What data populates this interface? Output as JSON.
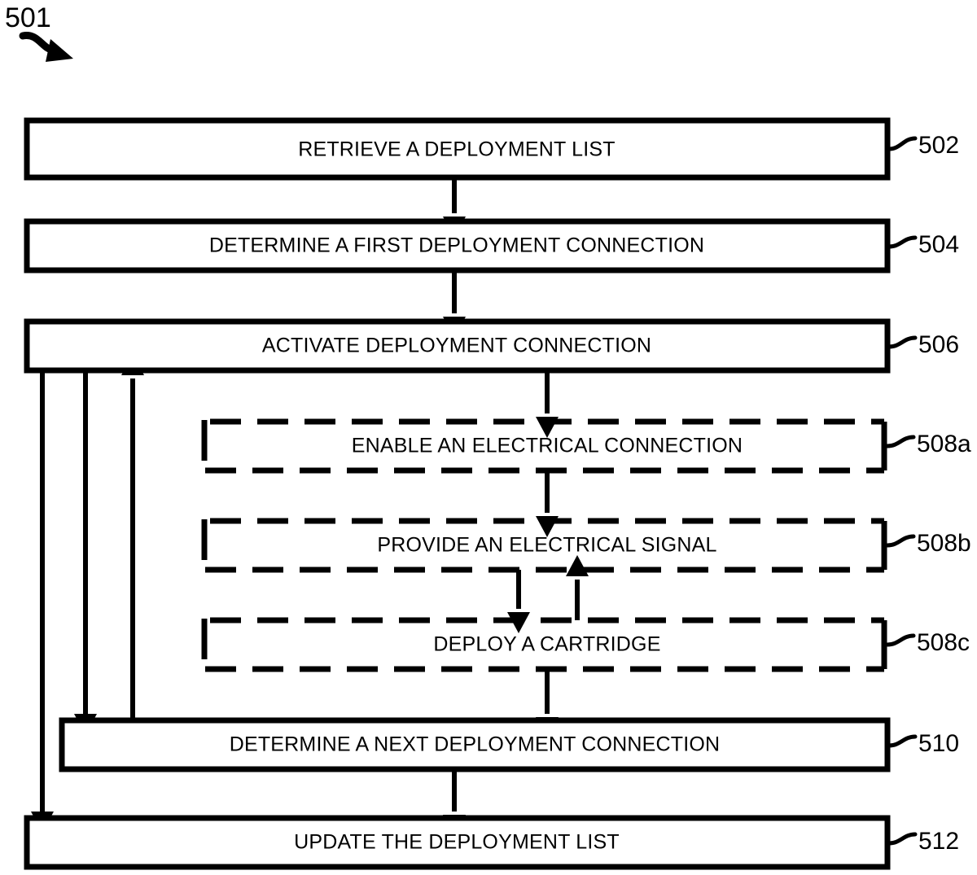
{
  "figure": {
    "id_label": "501",
    "type": "patent-flowchart"
  },
  "steps": [
    {
      "ref": "502",
      "label": "RETRIEVE A DEPLOYMENT LIST",
      "style": "solid"
    },
    {
      "ref": "504",
      "label": "DETERMINE A FIRST DEPLOYMENT CONNECTION",
      "style": "solid"
    },
    {
      "ref": "506",
      "label": "ACTIVATE DEPLOYMENT CONNECTION",
      "style": "solid"
    },
    {
      "ref": "508a",
      "label": "ENABLE AN ELECTRICAL CONNECTION",
      "style": "dashed"
    },
    {
      "ref": "508b",
      "label": "PROVIDE AN ELECTRICAL SIGNAL",
      "style": "dashed"
    },
    {
      "ref": "508c",
      "label": "DEPLOY A CARTRIDGE",
      "style": "dashed"
    },
    {
      "ref": "510",
      "label": "DETERMINE A NEXT DEPLOYMENT CONNECTION",
      "style": "solid"
    },
    {
      "ref": "512",
      "label": "UPDATE THE DEPLOYMENT LIST",
      "style": "solid"
    }
  ],
  "colors": {
    "stroke": "#000000",
    "fill": "#ffffff",
    "background": "#ffffff"
  }
}
